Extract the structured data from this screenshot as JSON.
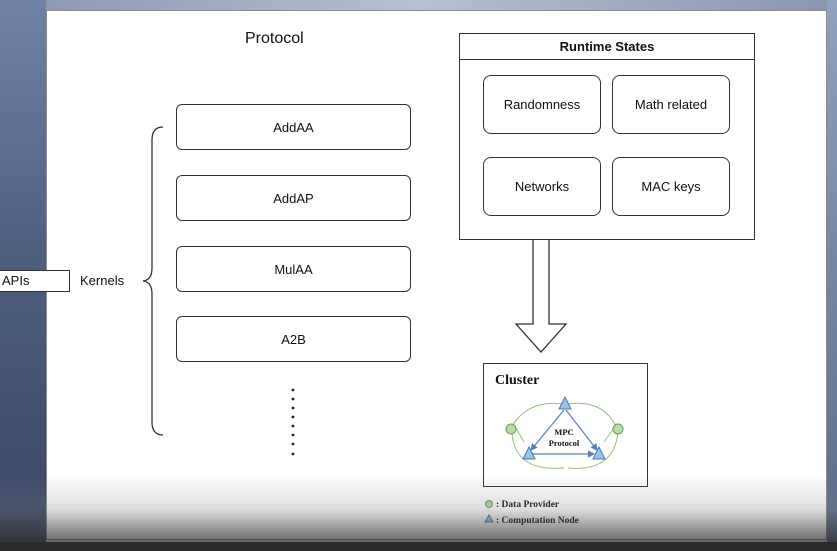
{
  "protocol": {
    "title": "Protocol"
  },
  "apis": {
    "label": "APIs"
  },
  "kernels": {
    "label": "Kernels",
    "items": [
      "AddAA",
      "AddAP",
      "MulAA",
      "A2B"
    ]
  },
  "runtime_states": {
    "title": "Runtime States",
    "items": [
      "Randomness",
      "Math related",
      "Networks",
      "MAC keys"
    ]
  },
  "cluster": {
    "title": "Cluster",
    "center_label_line1": "MPC",
    "center_label_line2": "Protocol",
    "legend": {
      "data_provider": ": Data Provider",
      "computation_node": ": Computation Node"
    }
  },
  "colors": {
    "node_blue": "#9cc3e6",
    "node_stroke": "#4a7ab0",
    "provider_green": "#b9dca8",
    "provider_stroke": "#6a9a55"
  }
}
